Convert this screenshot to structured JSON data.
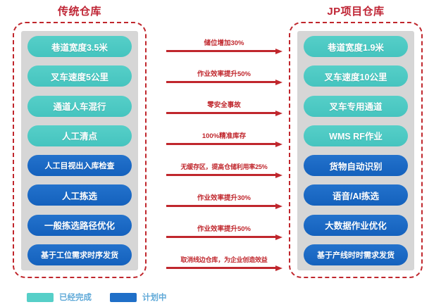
{
  "columns": {
    "left": {
      "title": "传统仓库",
      "items": [
        {
          "label": "巷道宽度3.5米",
          "status": "done"
        },
        {
          "label": "叉车速度5公里",
          "status": "done"
        },
        {
          "label": "通道人车混行",
          "status": "done"
        },
        {
          "label": "人工清点",
          "status": "done"
        },
        {
          "label": "人工目视出入库检查",
          "status": "planned"
        },
        {
          "label": "人工拣选",
          "status": "planned"
        },
        {
          "label": "一般拣选路径优化",
          "status": "planned"
        },
        {
          "label": "基于工位需求时序发货",
          "status": "planned"
        }
      ]
    },
    "right": {
      "title": "JP项目仓库",
      "items": [
        {
          "label": "巷道宽度1.9米",
          "status": "done"
        },
        {
          "label": "叉车速度10公里",
          "status": "done"
        },
        {
          "label": "叉车专用通道",
          "status": "done"
        },
        {
          "label": "WMS RF作业",
          "status": "done"
        },
        {
          "label": "货物自动识别",
          "status": "planned"
        },
        {
          "label": "语音/AI拣选",
          "status": "planned"
        },
        {
          "label": "大数据作业优化",
          "status": "planned"
        },
        {
          "label": "基于产线时时需求发货",
          "status": "planned"
        }
      ]
    }
  },
  "arrows": [
    {
      "label": "储位增加30%"
    },
    {
      "label": "作业效率提升50%"
    },
    {
      "label": "零安全事故"
    },
    {
      "label": "100%精准库存"
    },
    {
      "label": "无缓存区，提高仓储利用率25%"
    },
    {
      "label": "作业效率提升30%"
    },
    {
      "label": "作业效率提升50%"
    },
    {
      "label": "取消线边仓库，为企业创造效益"
    }
  ],
  "legend": [
    {
      "key": "done",
      "label": "已经完成",
      "color": "#56cfc8"
    },
    {
      "key": "planned",
      "label": "计划中",
      "color": "#1f6fc8"
    }
  ],
  "colors": {
    "title_red": "#bf2434",
    "arrow_red": "#c0272d",
    "frame_dash": "#c0272d",
    "panel_grey": "#d6d6d6",
    "pill_done": "#4ac6c1",
    "pill_planned": "#1f6fc8",
    "legend_text": "#5fa9d8",
    "background": "#ffffff"
  }
}
